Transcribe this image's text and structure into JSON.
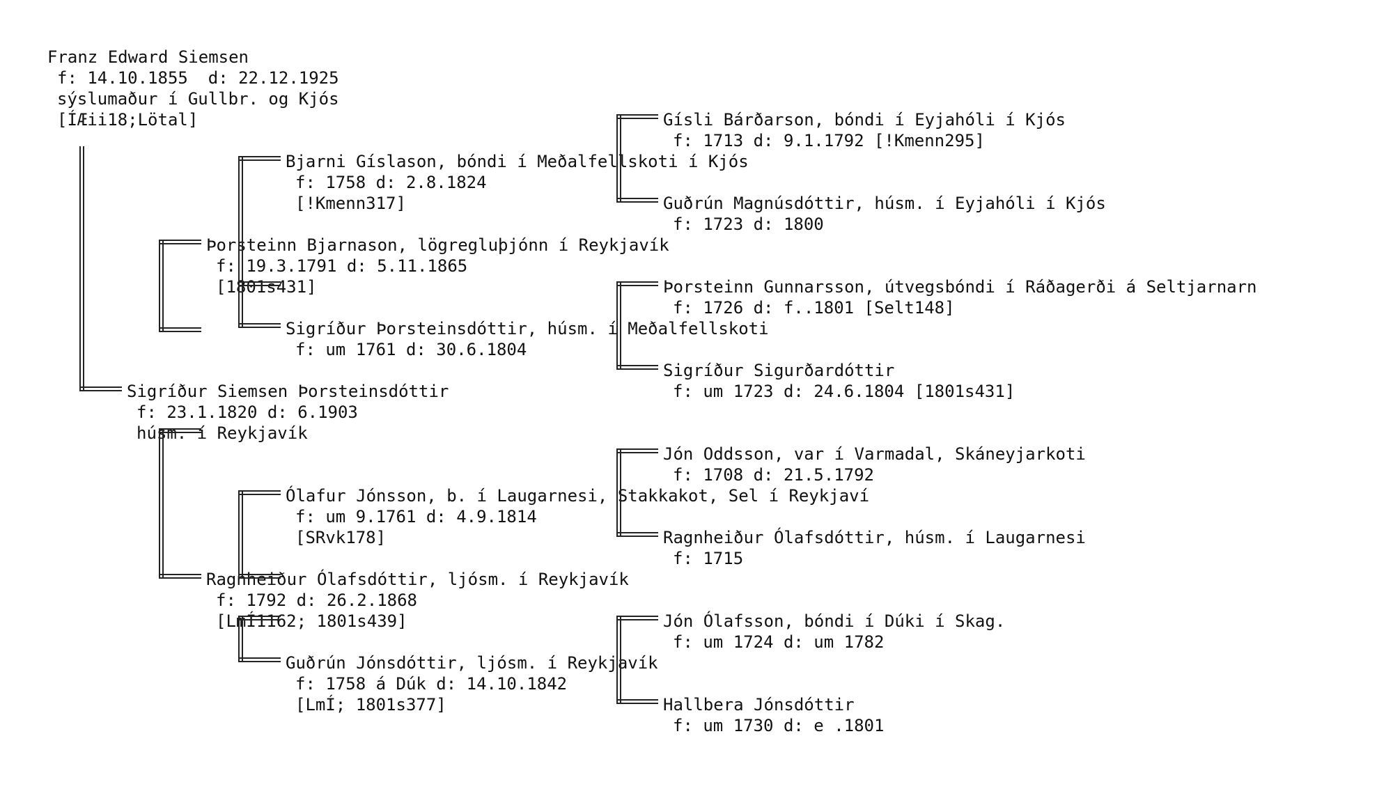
{
  "root": {
    "name": "Franz Edward Siemsen",
    "dates": "f: 14.10.1855  d: 22.12.1925",
    "title": "sýslumaður í Gullbr. og Kjós",
    "source": "[ÍÆii18;Lötal]"
  },
  "persons": {
    "mother": {
      "name": "Sigríður Siemsen Þorsteinsdóttir",
      "dates": "f: 23.1.1820 d: 6.1903",
      "extra": "húsm. í Reykjavík"
    },
    "mf": {
      "name": "Þorsteinn Bjarnason, lögregluþjónn í Reykjavík",
      "dates": "f: 19.3.1791 d: 5.11.1865",
      "extra": "[1801s431]"
    },
    "mm": {
      "name": "Ragnheiður Ólafsdóttir, ljósm. í Reykjavík",
      "dates": "f: 1792 d: 26.2.1868",
      "extra": "[LmÍ1162; 1801s439]"
    },
    "mff": {
      "name": "Bjarni Gíslason, bóndi í Meðalfellskoti í Kjós",
      "dates": "f: 1758 d: 2.8.1824",
      "extra": "[!Kmenn317]"
    },
    "mfm": {
      "name": "Sigríður Þorsteinsdóttir, húsm. í Meðalfellskoti",
      "dates": "f: um 1761 d: 30.6.1804"
    },
    "mmf": {
      "name": "Ólafur Jónsson, b. í Laugarnesi, Stakkakot, Sel í Reykjaví",
      "dates": "f: um 9.1761 d: 4.9.1814",
      "extra": "[SRvk178]"
    },
    "mmm": {
      "name": "Guðrún Jónsdóttir, ljósm. í Reykjavík",
      "dates": "f: 1758 á Dúk d: 14.10.1842",
      "extra": "[LmÍ; 1801s377]"
    },
    "mfff": {
      "name": "Gísli Bárðarson, bóndi í Eyjahóli í Kjós",
      "dates": "f: 1713 d: 9.1.1792 [!Kmenn295]"
    },
    "mffm": {
      "name": "Guðrún Magnúsdóttir, húsm. í Eyjahóli í Kjós",
      "dates": "f: 1723 d: 1800"
    },
    "mfmf": {
      "name": "Þorsteinn Gunnarsson, útvegsbóndi í Ráðagerði á Seltjarnarn",
      "dates": "f: 1726 d: f..1801 [Selt148]"
    },
    "mfmm": {
      "name": "Sigríður Sigurðardóttir",
      "dates": "f: um 1723 d: 24.6.1804 [1801s431]"
    },
    "mmff": {
      "name": "Jón Oddsson, var í Varmadal, Skáneyjarkoti",
      "dates": "f: 1708 d: 21.5.1792"
    },
    "mmfm": {
      "name": "Ragnheiður Ólafsdóttir, húsm. í Laugarnesi",
      "dates": "f: 1715"
    },
    "mmmf": {
      "name": "Jón Ólafsson, bóndi í Dúki í Skag.",
      "dates": "f: um 1724 d: um 1782"
    },
    "mmmm": {
      "name": "Hallbera Jónsdóttir",
      "dates": "f: um 1730 d: e .1801"
    }
  }
}
